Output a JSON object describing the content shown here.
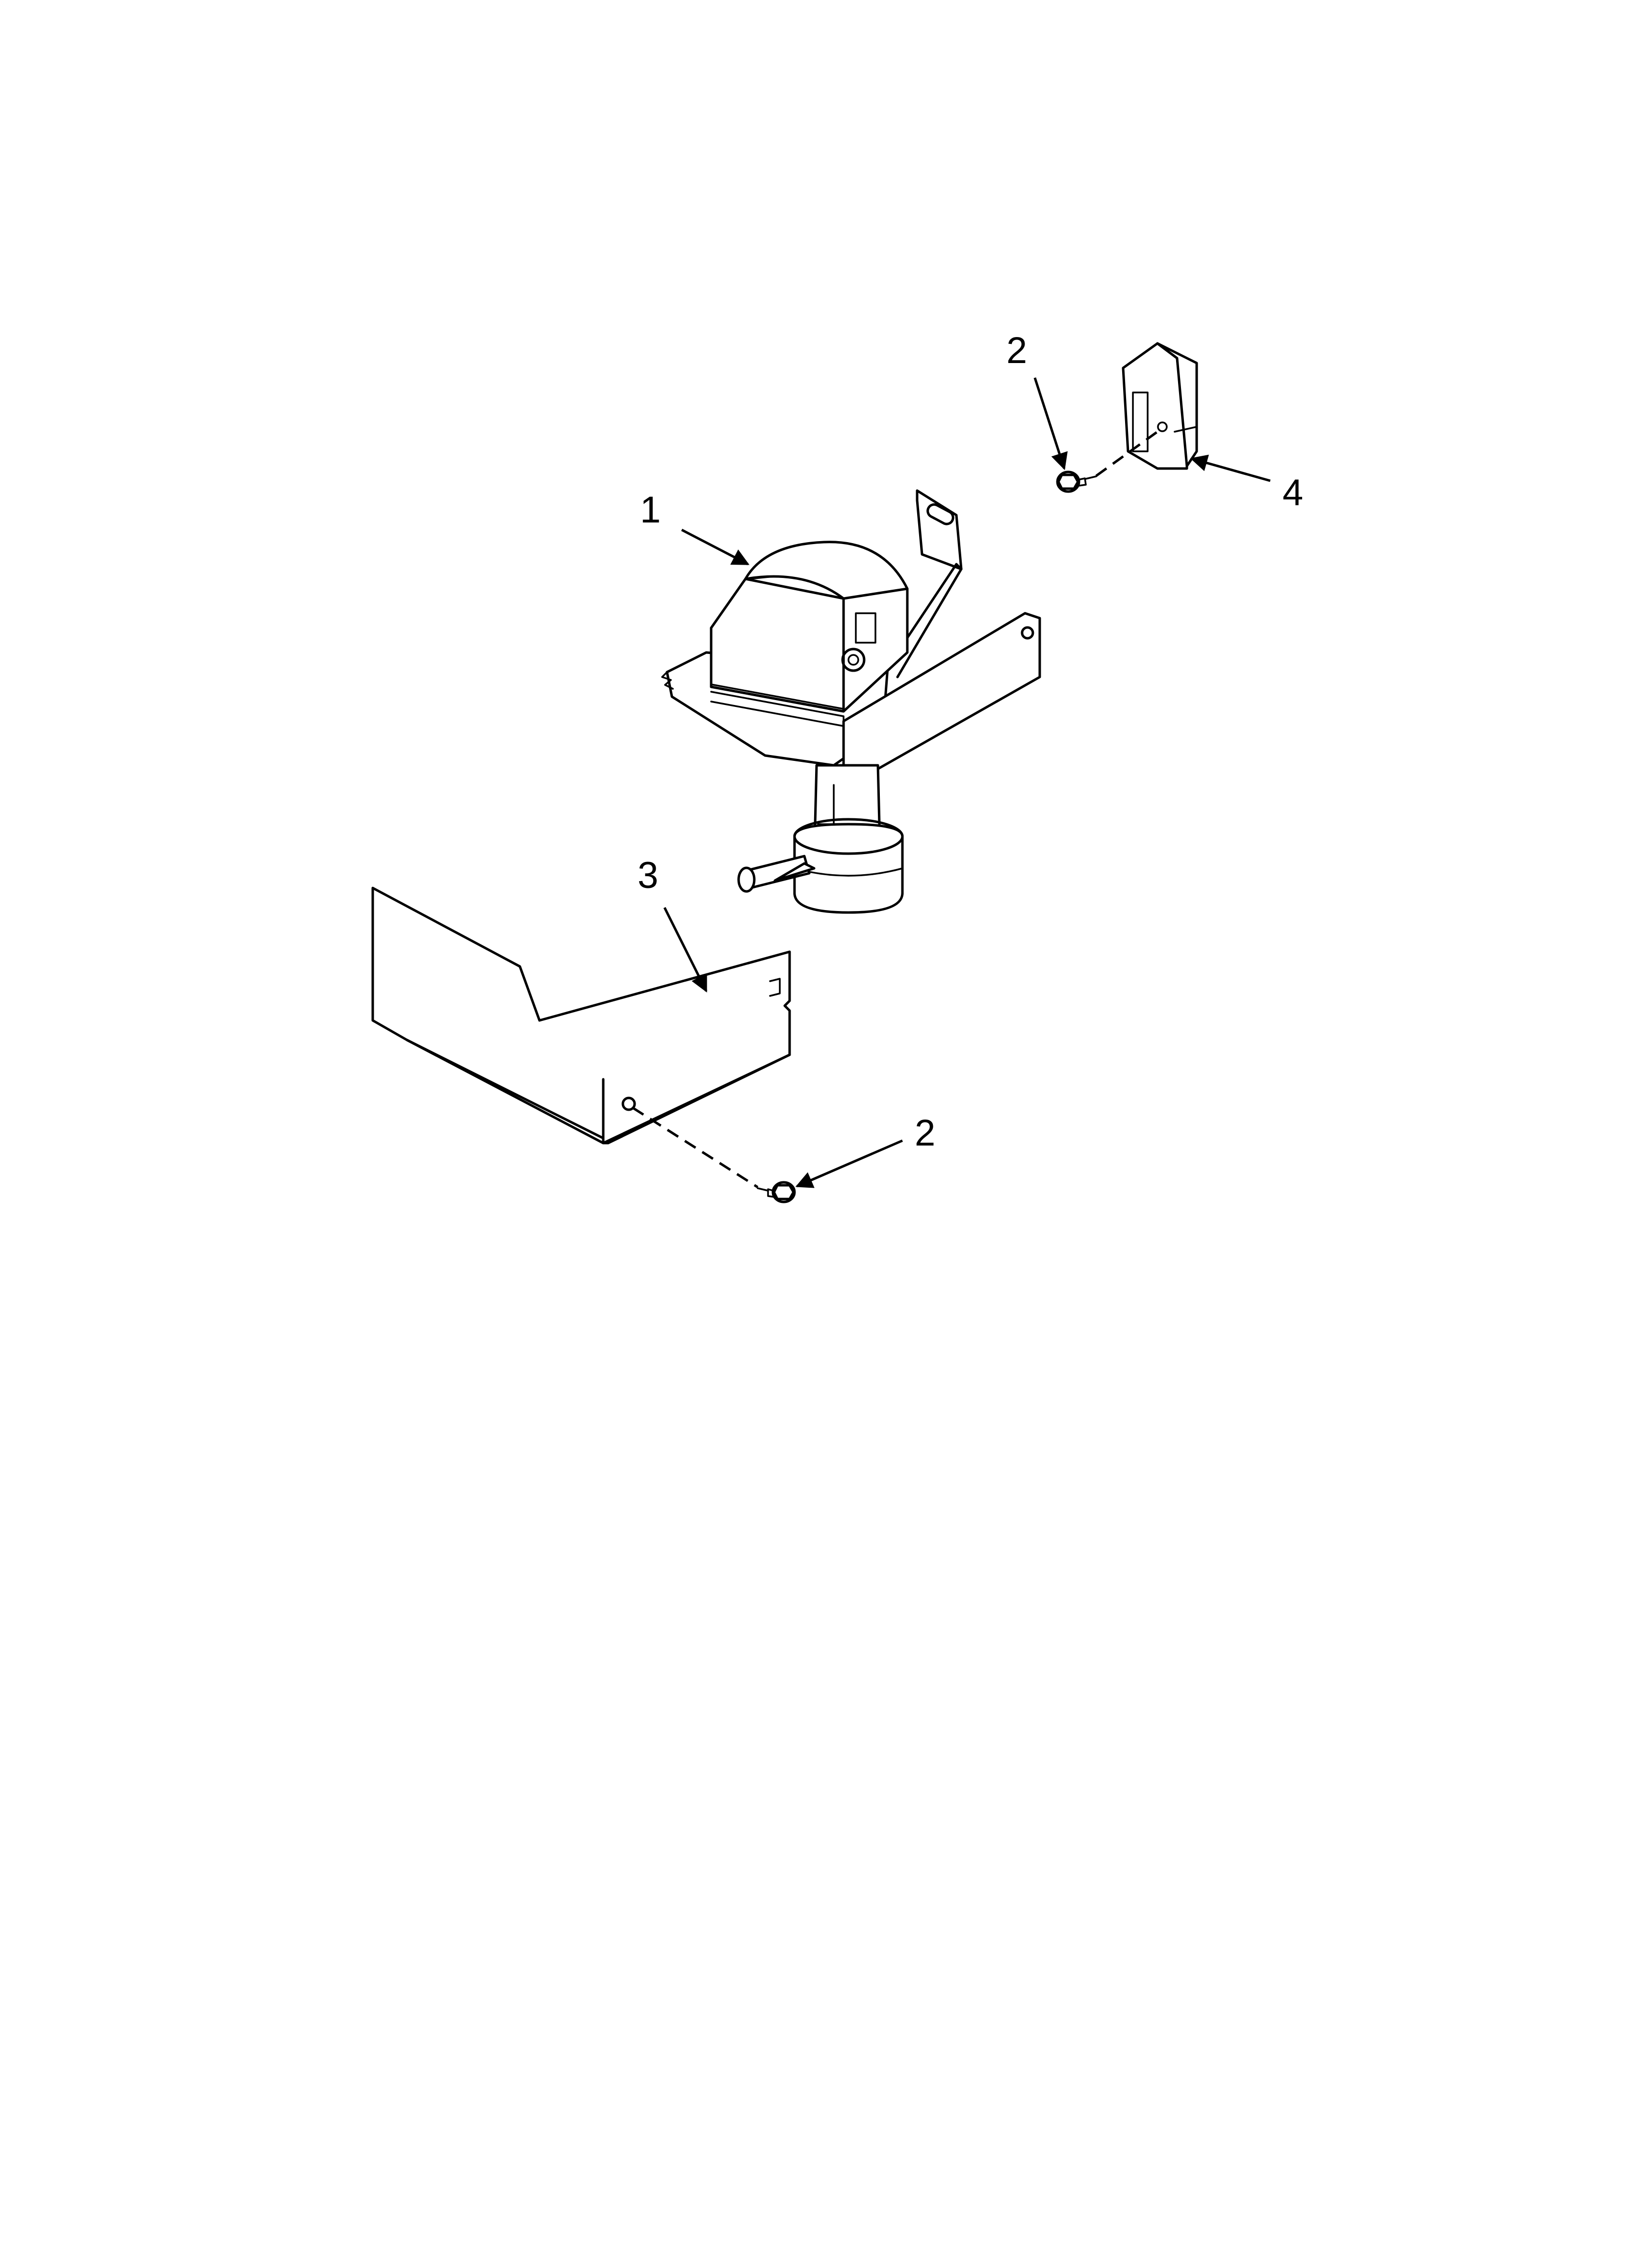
{
  "diagram": {
    "callouts": [
      {
        "id": "1",
        "label": "1",
        "part": "pump-assembly"
      },
      {
        "id": "2a",
        "label": "2",
        "part": "screw-upper"
      },
      {
        "id": "2b",
        "label": "2",
        "part": "screw-lower"
      },
      {
        "id": "3",
        "label": "3",
        "part": "shield-panel"
      },
      {
        "id": "4",
        "label": "4",
        "part": "mounting-bracket"
      }
    ],
    "colors": {
      "line": "#000000",
      "background": "#ffffff"
    }
  }
}
